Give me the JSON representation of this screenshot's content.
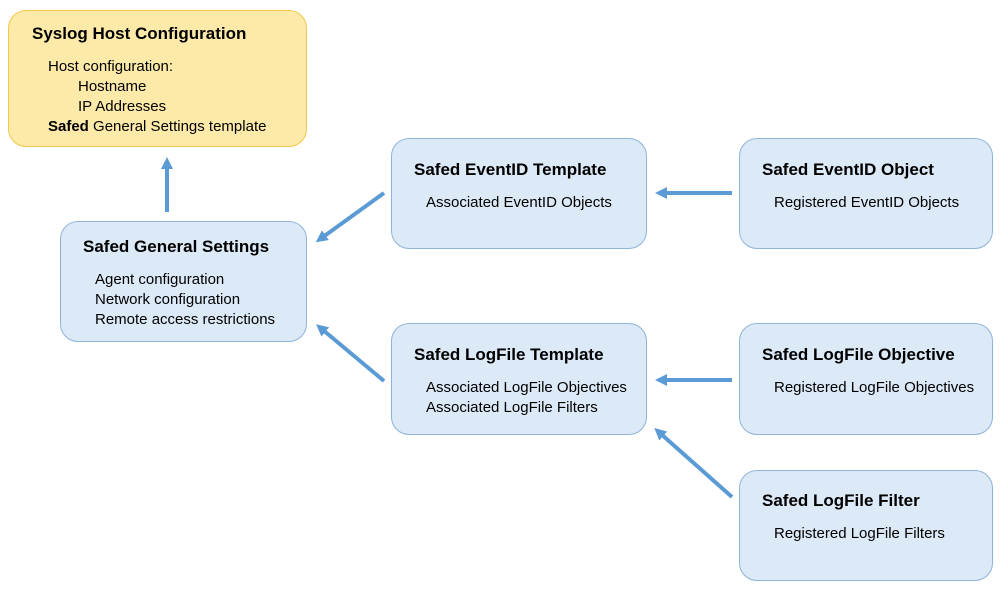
{
  "syslog": {
    "title": "Syslog Host Configuration",
    "line1": "Host configuration:",
    "line2": "Hostname",
    "line3": "IP Addresses",
    "line4_bold": "Safed",
    "line4_rest": " General Settings template"
  },
  "general": {
    "title": "Safed General Settings",
    "line1": "Agent configuration",
    "line2": "Network configuration",
    "line3": "Remote access restrictions"
  },
  "eventid_template": {
    "title": "Safed EventID Template",
    "line1": "Associated EventID Objects"
  },
  "eventid_object": {
    "title": "Safed EventID Object",
    "line1": "Registered EventID Objects"
  },
  "logfile_template": {
    "title": "Safed LogFile Template",
    "line1": "Associated LogFile Objectives",
    "line2": "Associated LogFile Filters"
  },
  "logfile_objective": {
    "title": "Safed LogFile Objective",
    "line1": "Registered LogFile Objectives"
  },
  "logfile_filter": {
    "title": "Safed LogFile Filter",
    "line1": "Registered LogFile Filters"
  },
  "colors": {
    "blue_box_fill": "#dce9f7",
    "blue_box_border": "#8fb4da",
    "yellow_box_fill": "#fdeaa9",
    "yellow_box_border": "#f0c84e",
    "arrow": "#5b9bd5"
  }
}
